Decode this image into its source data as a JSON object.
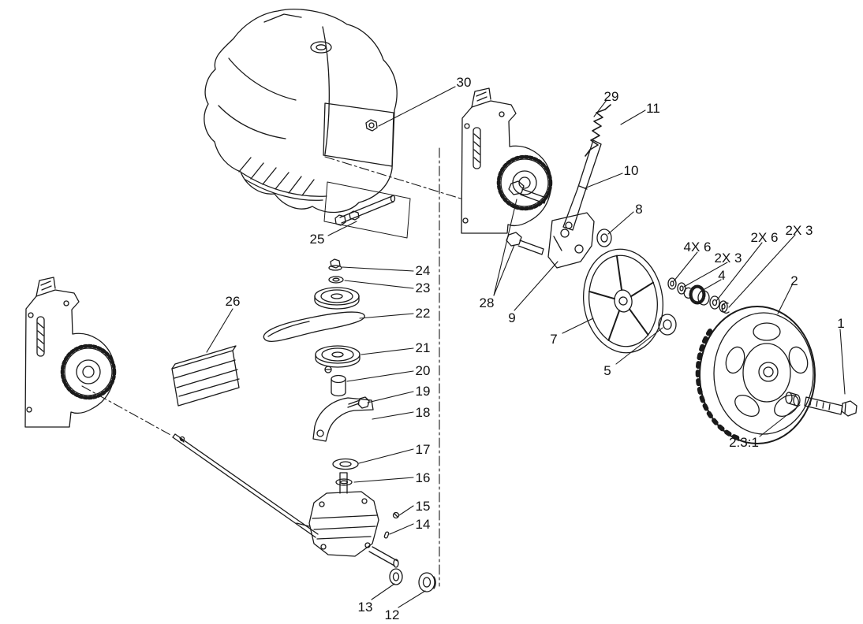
{
  "diagram": {
    "palette": {
      "line_color": "#1a1a1a",
      "background": "#ffffff",
      "label_color": "#111111"
    },
    "callouts": [
      {
        "label": "30"
      },
      {
        "label": "29"
      },
      {
        "label": "11"
      },
      {
        "label": "10"
      },
      {
        "label": "8"
      },
      {
        "label": "25"
      },
      {
        "label": "24"
      },
      {
        "label": "23"
      },
      {
        "label": "22"
      },
      {
        "label": "28"
      },
      {
        "label": "9"
      },
      {
        "label": "4X 6"
      },
      {
        "label": "2X 3"
      },
      {
        "label": "2X 6"
      },
      {
        "label": "2X 3"
      },
      {
        "label": "4"
      },
      {
        "label": "2"
      },
      {
        "label": "26"
      },
      {
        "label": "21"
      },
      {
        "label": "7"
      },
      {
        "label": "1"
      },
      {
        "label": "20"
      },
      {
        "label": "5"
      },
      {
        "label": "19"
      },
      {
        "label": "18"
      },
      {
        "label": "17"
      },
      {
        "label": "16"
      },
      {
        "label": "15"
      },
      {
        "label": "14"
      },
      {
        "label": "2:3:1"
      },
      {
        "label": "13"
      },
      {
        "label": "12"
      }
    ]
  }
}
